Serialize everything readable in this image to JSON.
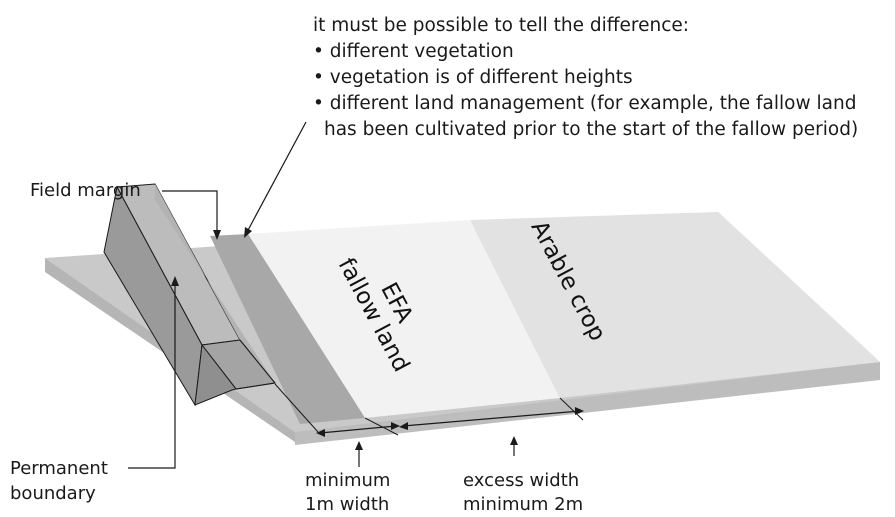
{
  "annotation": {
    "heading": "it must be possible to tell the difference:",
    "bullets": [
      "• different vegetation",
      "• vegetation is of different heights",
      "• different land management (for example, the fallow land",
      "has been cultivated prior to the start of the fallow period)"
    ]
  },
  "labels": {
    "field_margin": "Field margin",
    "permanent_boundary_line1": "Permanent",
    "permanent_boundary_line2": "boundary",
    "efa_line1": "EFA",
    "efa_line2": "fallow land",
    "arable_crop": "Arable crop",
    "minimum_line1": "minimum",
    "minimum_line2": "1m width",
    "excess_line1": "excess width",
    "excess_line2": "minimum 2m"
  },
  "colors": {
    "ground_top": "#c9c9c9",
    "ground_front": "#b4b4b4",
    "boundary_box": "#9d9d9d",
    "field_margin_strip": "#a9a9a9",
    "efa_strip": "#f0f0f0",
    "arable_strip": "#e2e2e2",
    "line": "#1a1a1a"
  }
}
